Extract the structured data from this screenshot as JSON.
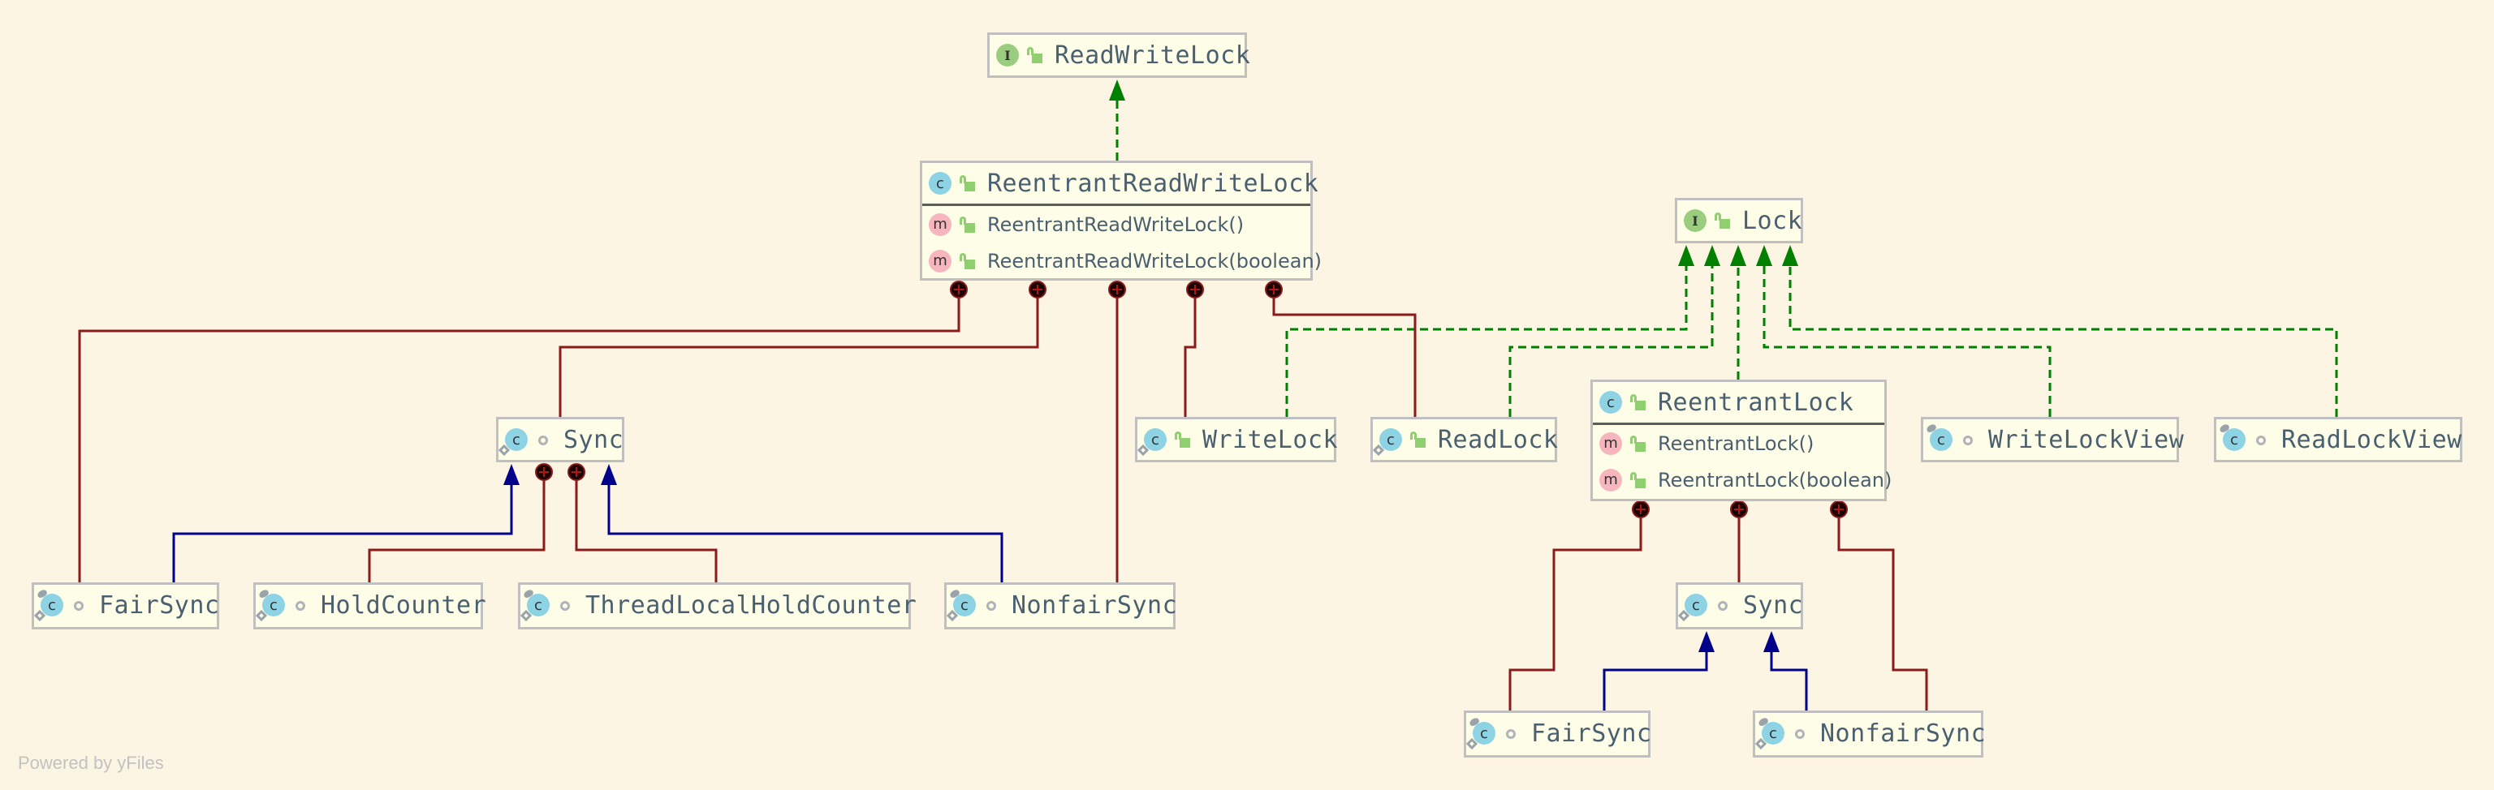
{
  "diagram": {
    "title": "ReentrantReadWriteLock class hierarchy",
    "colors": {
      "background": "#fdf5e4",
      "node_fill": "#fefee8",
      "node_border": "#c0c0c0",
      "implements_edge": "#008000",
      "extends_edge": "#00008b",
      "inner_class_edge": "#8b1a1a"
    },
    "nodes": {
      "readwritelock": {
        "name": "ReadWriteLock",
        "kind": "interface",
        "visibility": "public"
      },
      "rrwl": {
        "name": "ReentrantReadWriteLock",
        "kind": "class",
        "visibility": "public",
        "members": [
          {
            "name": "ReentrantReadWriteLock()",
            "kind": "method",
            "visibility": "public"
          },
          {
            "name": "ReentrantReadWriteLock(boolean)",
            "kind": "method",
            "visibility": "public"
          }
        ]
      },
      "lock": {
        "name": "Lock",
        "kind": "interface",
        "visibility": "public"
      },
      "sync_left": {
        "name": "Sync",
        "kind": "abstract static class",
        "visibility": "package"
      },
      "writelock": {
        "name": "WriteLock",
        "kind": "static class",
        "visibility": "public"
      },
      "readlock": {
        "name": "ReadLock",
        "kind": "static class",
        "visibility": "public"
      },
      "reentrantlock": {
        "name": "ReentrantLock",
        "kind": "class",
        "visibility": "public",
        "members": [
          {
            "name": "ReentrantLock()",
            "kind": "method",
            "visibility": "public"
          },
          {
            "name": "ReentrantLock(boolean)",
            "kind": "method",
            "visibility": "public"
          }
        ]
      },
      "writelockview": {
        "name": "WriteLockView",
        "kind": "final class",
        "visibility": "package"
      },
      "readlockview": {
        "name": "ReadLockView",
        "kind": "final class",
        "visibility": "package"
      },
      "fairsync_left": {
        "name": "FairSync",
        "kind": "static final class",
        "visibility": "package"
      },
      "holdcounter": {
        "name": "HoldCounter",
        "kind": "static final class",
        "visibility": "package"
      },
      "tlholdcounter": {
        "name": "ThreadLocalHoldCounter",
        "kind": "static final class",
        "visibility": "package"
      },
      "nonfairsync_left": {
        "name": "NonfairSync",
        "kind": "static final class",
        "visibility": "package"
      },
      "sync_right": {
        "name": "Sync",
        "kind": "abstract static class",
        "visibility": "package"
      },
      "fairsync_right": {
        "name": "FairSync",
        "kind": "static final class",
        "visibility": "package"
      },
      "nonfairsync_right": {
        "name": "NonfairSync",
        "kind": "static final class",
        "visibility": "package"
      }
    },
    "edges": [
      {
        "from": "rrwl",
        "to": "readwritelock",
        "type": "implements"
      },
      {
        "from": "writelock",
        "to": "lock",
        "type": "implements"
      },
      {
        "from": "readlock",
        "to": "lock",
        "type": "implements"
      },
      {
        "from": "reentrantlock",
        "to": "lock",
        "type": "implements"
      },
      {
        "from": "writelockview",
        "to": "lock",
        "type": "implements"
      },
      {
        "from": "readlockview",
        "to": "lock",
        "type": "implements"
      },
      {
        "from": "fairsync_left",
        "to": "rrwl",
        "type": "inner"
      },
      {
        "from": "sync_left",
        "to": "rrwl",
        "type": "inner"
      },
      {
        "from": "nonfairsync_left",
        "to": "rrwl",
        "type": "inner"
      },
      {
        "from": "writelock",
        "to": "rrwl",
        "type": "inner"
      },
      {
        "from": "readlock",
        "to": "rrwl",
        "type": "inner"
      },
      {
        "from": "fairsync_left",
        "to": "sync_left",
        "type": "extends"
      },
      {
        "from": "nonfairsync_left",
        "to": "sync_left",
        "type": "extends"
      },
      {
        "from": "holdcounter",
        "to": "sync_left",
        "type": "inner"
      },
      {
        "from": "tlholdcounter",
        "to": "sync_left",
        "type": "inner"
      },
      {
        "from": "fairsync_right",
        "to": "reentrantlock",
        "type": "inner"
      },
      {
        "from": "sync_right",
        "to": "reentrantlock",
        "type": "inner"
      },
      {
        "from": "nonfairsync_right",
        "to": "reentrantlock",
        "type": "inner"
      },
      {
        "from": "fairsync_right",
        "to": "sync_right",
        "type": "extends"
      },
      {
        "from": "nonfairsync_right",
        "to": "sync_right",
        "type": "extends"
      }
    ],
    "icons": {
      "interface": "I",
      "class": "c",
      "method": "m"
    },
    "footer": "Powered by yFiles"
  }
}
